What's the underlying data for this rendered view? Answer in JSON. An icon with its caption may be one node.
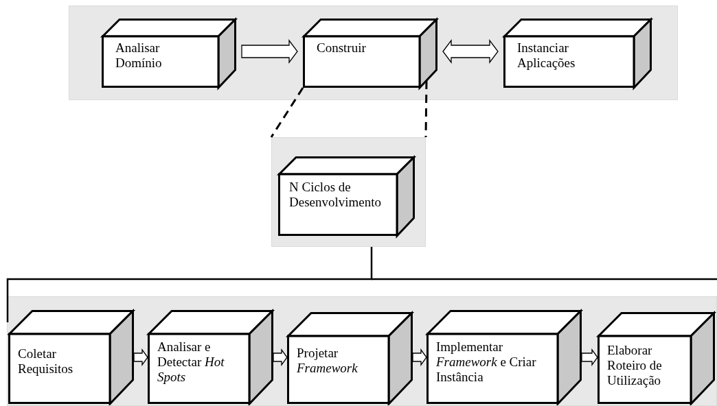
{
  "diagram": {
    "nodes": [
      {
        "text": [],
        "shape": "box"
      },
      {
        "text": [
          "Analisar Domínio"
        ],
        "in": 0
      },
      {
        "text": [
          "Construir"
        ],
        "in": 0
      },
      {
        "text": [
          "Instanciar Aplicações"
        ],
        "in": 0
      },
      {
        "text": [],
        "shape": "box"
      },
      {
        "text": [
          "N Ciclos de Desenvolvimento"
        ],
        "in": 4
      },
      {
        "text": [],
        "shape": "box"
      },
      {
        "text": [
          "Coletar Requisitos"
        ],
        "in": 6
      },
      {
        "text": [
          "Analisar e Detectar *Hot Spots*"
        ],
        "in": 6
      },
      {
        "text": [
          "Projetar *Framework*"
        ],
        "in": 6
      },
      {
        "text": [
          "Implementar *Framework* e Criar Instância"
        ],
        "in": 6
      },
      {
        "text": [
          "Elaborar Roteiro de Utilização"
        ],
        "in": 6
      }
    ],
    "edges": [
      {
        "from": 1,
        "to": 2,
        "arrow": "to"
      },
      {
        "from": 2,
        "to": 3,
        "arrow": "both"
      },
      {
        "from": 2,
        "to": 4,
        "arrow": "none",
        "style": "dashed"
      },
      {
        "from": 2,
        "to": 4,
        "arrow": "none",
        "style": "dashed"
      },
      {
        "from": 4,
        "to": 6,
        "arrow": "none"
      },
      {
        "from": 7,
        "to": 8,
        "arrow": "to"
      },
      {
        "from": 8,
        "to": 9,
        "arrow": "to"
      },
      {
        "from": 9,
        "to": 10,
        "arrow": "to"
      },
      {
        "from": 10,
        "to": 11,
        "arrow": "to"
      }
    ]
  }
}
